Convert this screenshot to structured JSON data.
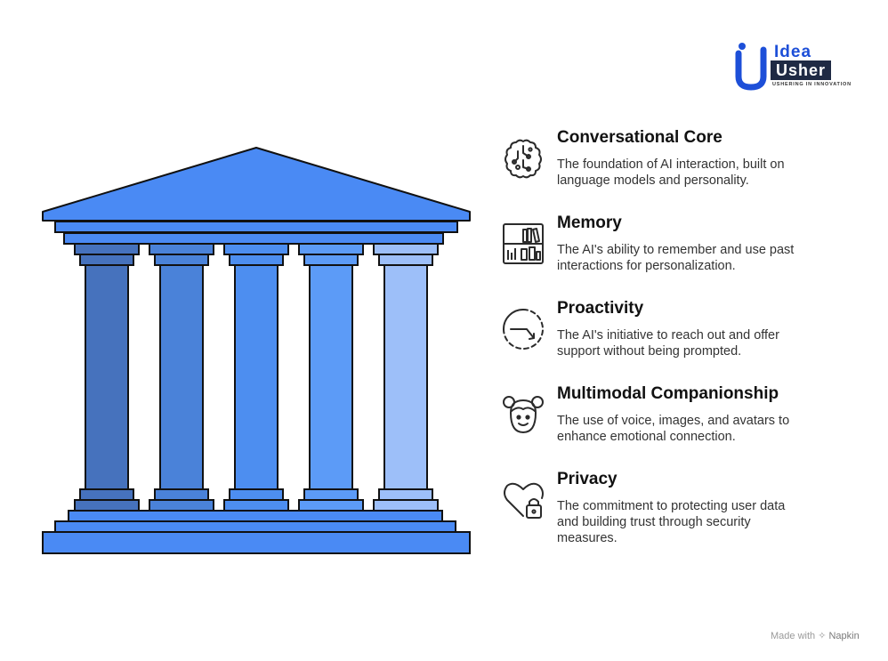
{
  "logo": {
    "line1": "Idea",
    "line2": "Usher",
    "tagline": "USHERING IN INNOVATION",
    "colors": {
      "blue": "#1d4fd8",
      "dark": "#1f2a44"
    }
  },
  "diagram": {
    "pillar_colors": [
      "#4672bd",
      "#4a82d9",
      "#4d8ef0",
      "#5c9bf7",
      "#9dbff9"
    ],
    "roof_color": "#4a8af4",
    "base_color": "#4a8af4"
  },
  "items": [
    {
      "icon": "brain-circuit-icon",
      "title": "Conversational Core",
      "description": "The foundation of AI interaction, built on language models and personality."
    },
    {
      "icon": "bookshelf-chart-icon",
      "title": "Memory",
      "description": "The AI's ability to remember and use past interactions for personalization."
    },
    {
      "icon": "clock-arrow-icon",
      "title": "Proactivity",
      "description": "The AI's initiative to reach out and offer support without being prompted."
    },
    {
      "icon": "girl-face-icon",
      "title": "Multimodal Companionship",
      "description": "The use of voice, images, and avatars to enhance emotional connection."
    },
    {
      "icon": "heart-lock-icon",
      "title": "Privacy",
      "description": "The commitment to protecting user data and building trust through security measures."
    }
  ],
  "credit": {
    "prefix": "Made with",
    "brand": "Napkin"
  }
}
